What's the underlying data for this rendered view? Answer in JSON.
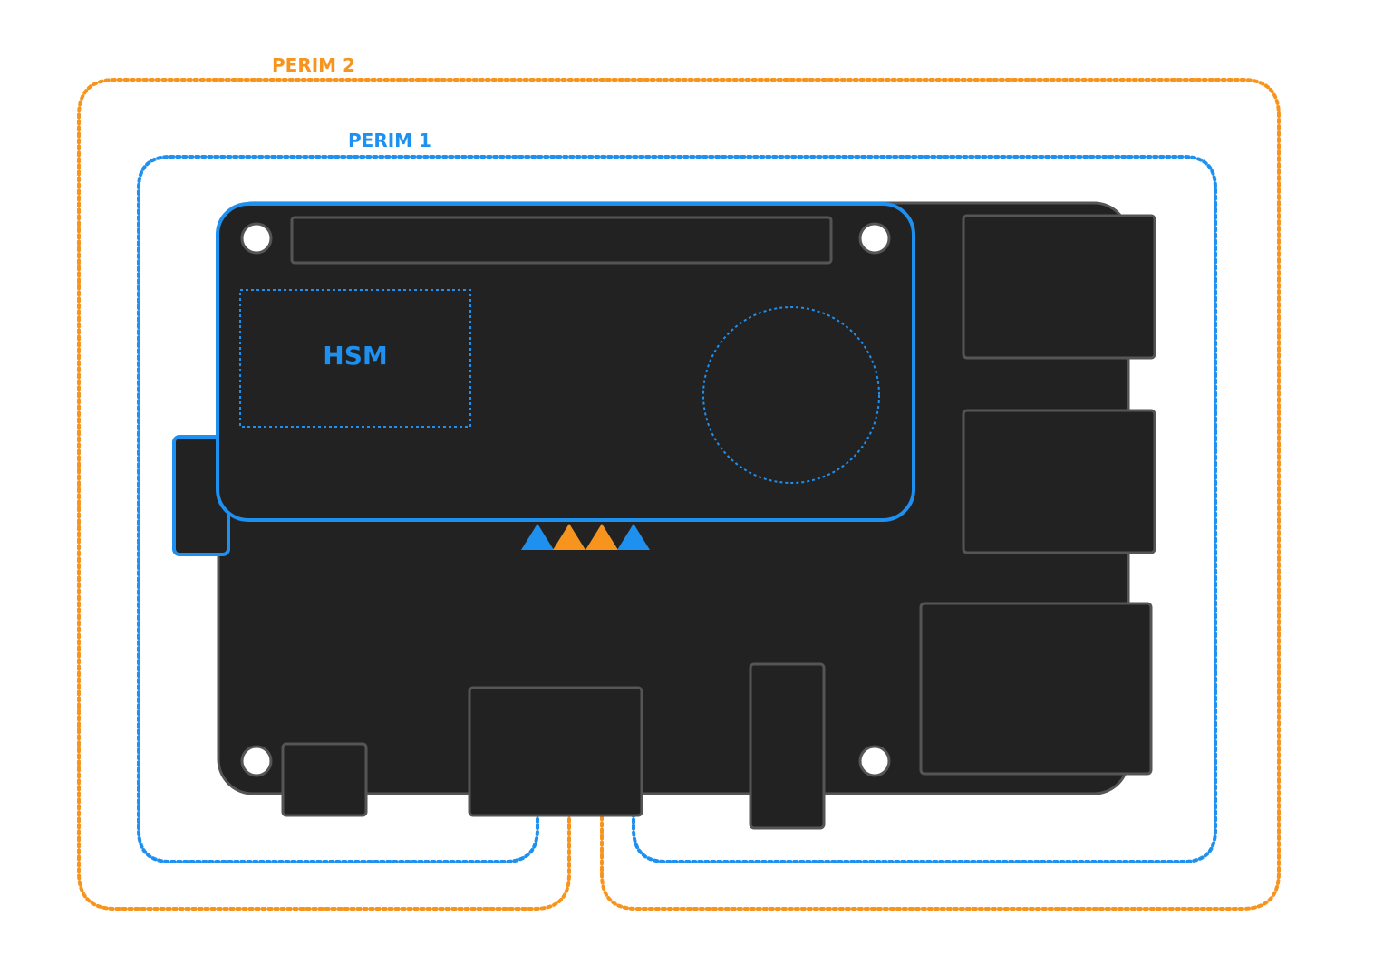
{
  "labels": {
    "perim2": "PERIM 2",
    "perim1": "PERIM 1",
    "hsm": "HSM"
  },
  "colors": {
    "orange": "#F7941D",
    "blue": "#1E90EF",
    "board": "#222222",
    "edge": "#555555",
    "hole": "#ffffff",
    "background": "#ffffff"
  }
}
